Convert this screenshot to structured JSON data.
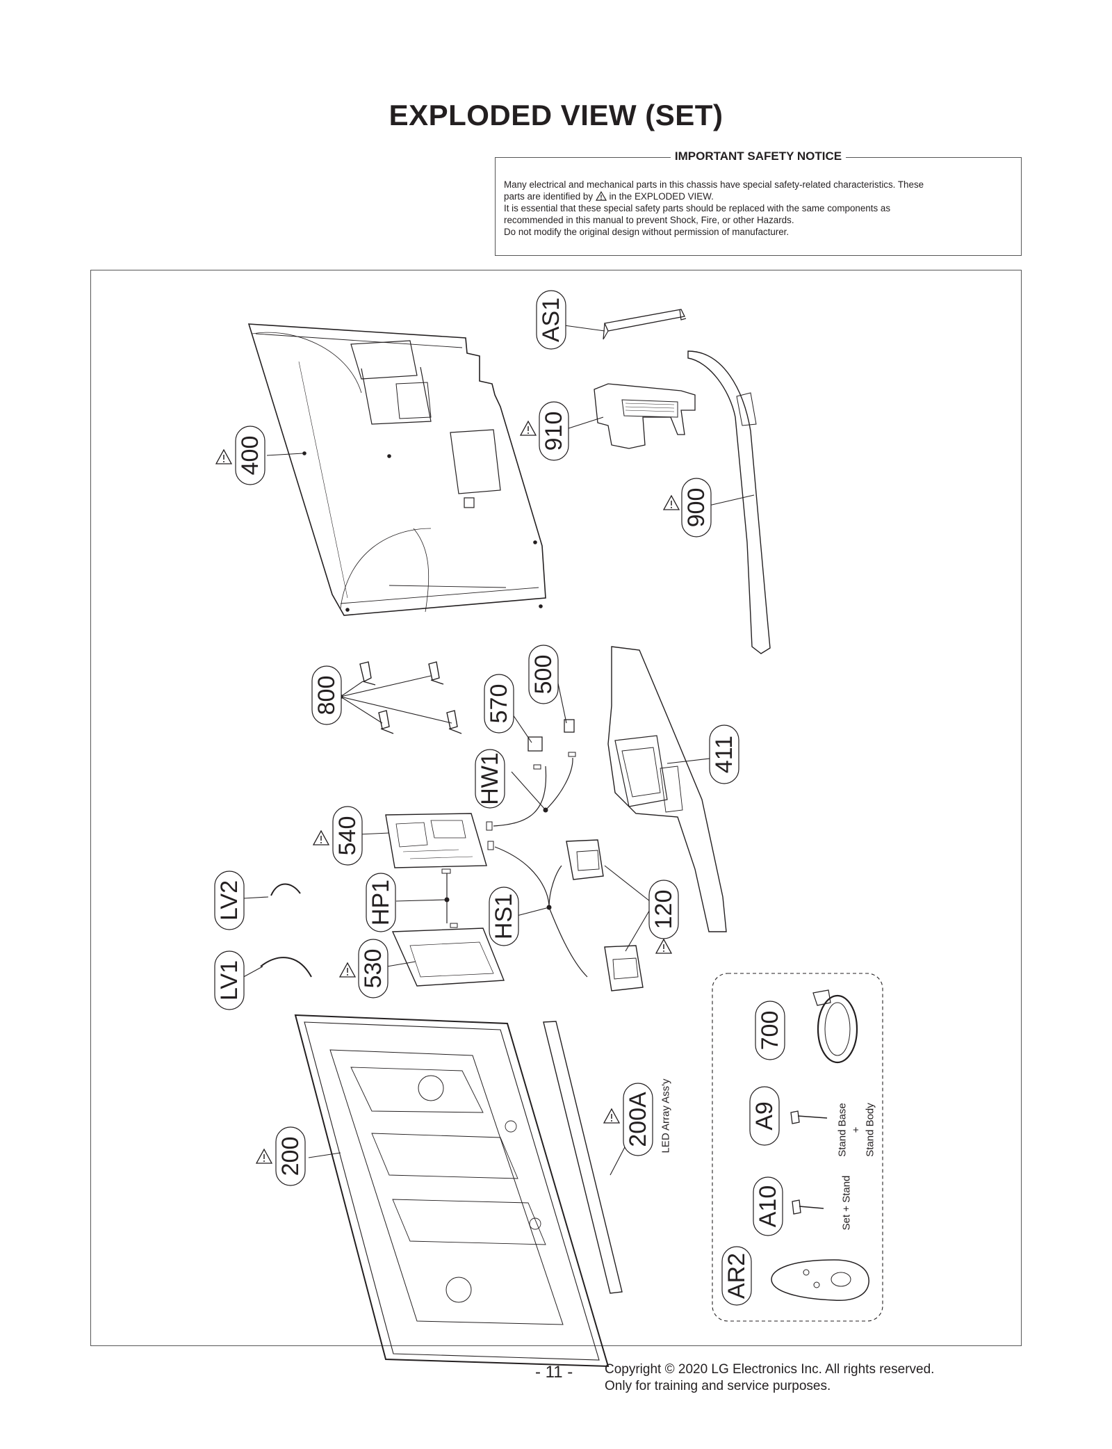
{
  "page": {
    "title": "EXPLODED VIEW (SET)",
    "page_number": "- 11 -",
    "copyright": "Copyright © 2020 LG Electronics Inc. All rights reserved.",
    "usage": "Only for training and service purposes."
  },
  "notice": {
    "title": "IMPORTANT SAFETY NOTICE",
    "line1": "Many electrical and mechanical parts in this chassis have special safety-related characteristics. These",
    "line2a": "parts are identified by",
    "line2b": "in the EXPLODED VIEW.",
    "line3": "It is essential that these special safety parts should be replaced with the same components as",
    "line4": "recommended in this manual to prevent Shock, Fire, or other Hazards.",
    "line5": "Do not modify the original design without permission of manufacturer."
  },
  "parts": {
    "as1": "AS1",
    "p910": "910",
    "p900": "900",
    "p400": "400",
    "p800": "800",
    "p570": "570",
    "p500": "500",
    "hw1": "HW1",
    "p411": "411",
    "p540": "540",
    "lv2": "LV2",
    "hp1": "HP1",
    "hs1": "HS1",
    "p120": "120",
    "lv1": "LV1",
    "p530": "530",
    "p200": "200",
    "p200a": "200A",
    "p700": "700",
    "a9": "A9",
    "a10": "A10",
    "ar2": "AR2"
  },
  "annotations": {
    "led_array": "LED Array Ass'y",
    "stand_base": "Stand Base",
    "plus": "+",
    "stand_body": "Stand Body",
    "set_stand": "Set + Stand"
  }
}
